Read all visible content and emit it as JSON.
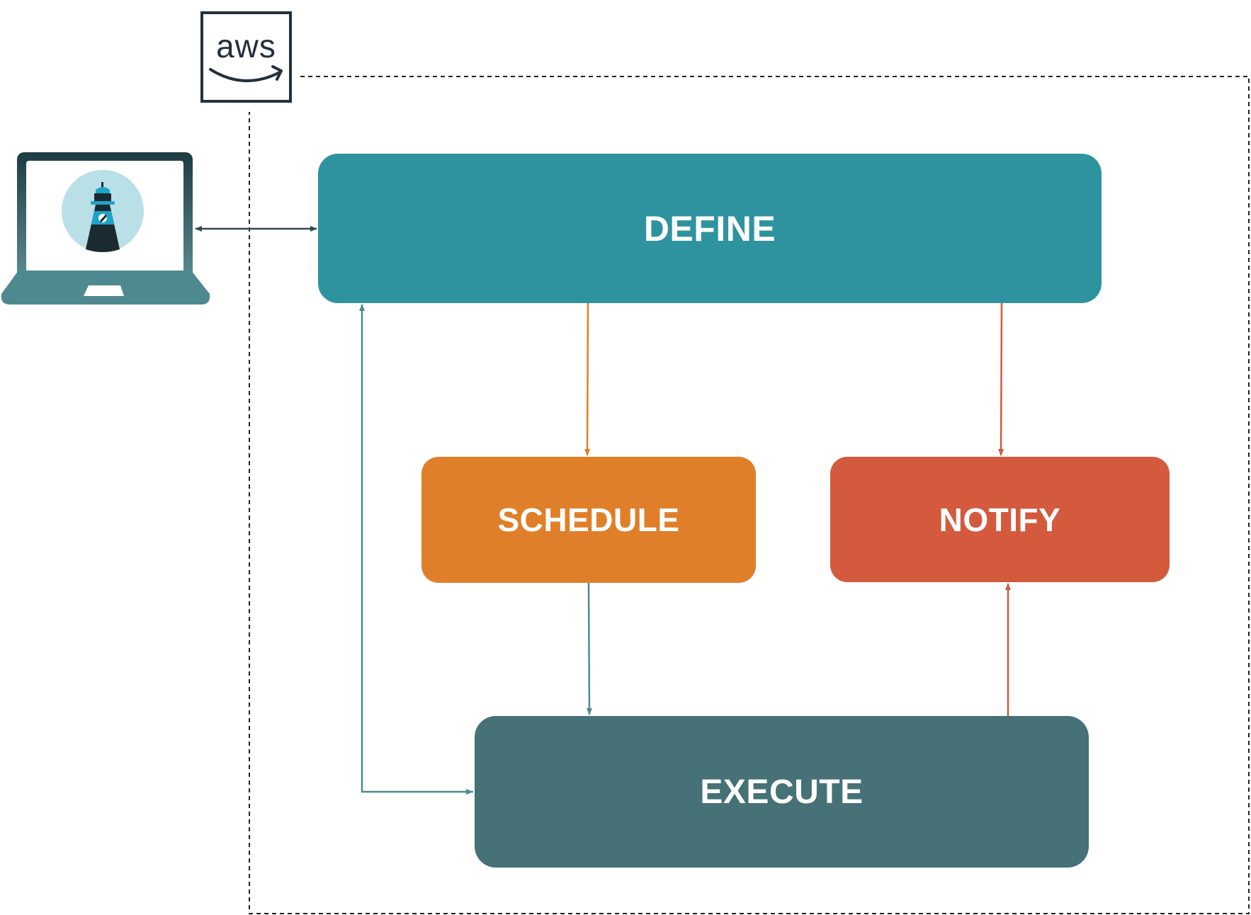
{
  "diagram": {
    "cloud_provider": {
      "logo_text": "aws",
      "border_color": "#232f3e"
    },
    "client": {
      "icon": "laptop-icon",
      "app_icon": "lighthouse-icon"
    },
    "nodes": {
      "define": {
        "label": "DEFINE",
        "color": "#2e939e"
      },
      "schedule": {
        "label": "SCHEDULE",
        "color": "#e07f29"
      },
      "notify": {
        "label": "NOTIFY",
        "color": "#d35a3d"
      },
      "execute": {
        "label": "EXECUTE",
        "color": "#457177"
      }
    },
    "edges": [
      {
        "from": "client",
        "to": "define",
        "direction": "both"
      },
      {
        "from": "define",
        "to": "schedule"
      },
      {
        "from": "define",
        "to": "notify"
      },
      {
        "from": "schedule",
        "to": "execute"
      },
      {
        "from": "execute",
        "to": "notify"
      },
      {
        "from": "execute",
        "to": "define"
      }
    ]
  }
}
